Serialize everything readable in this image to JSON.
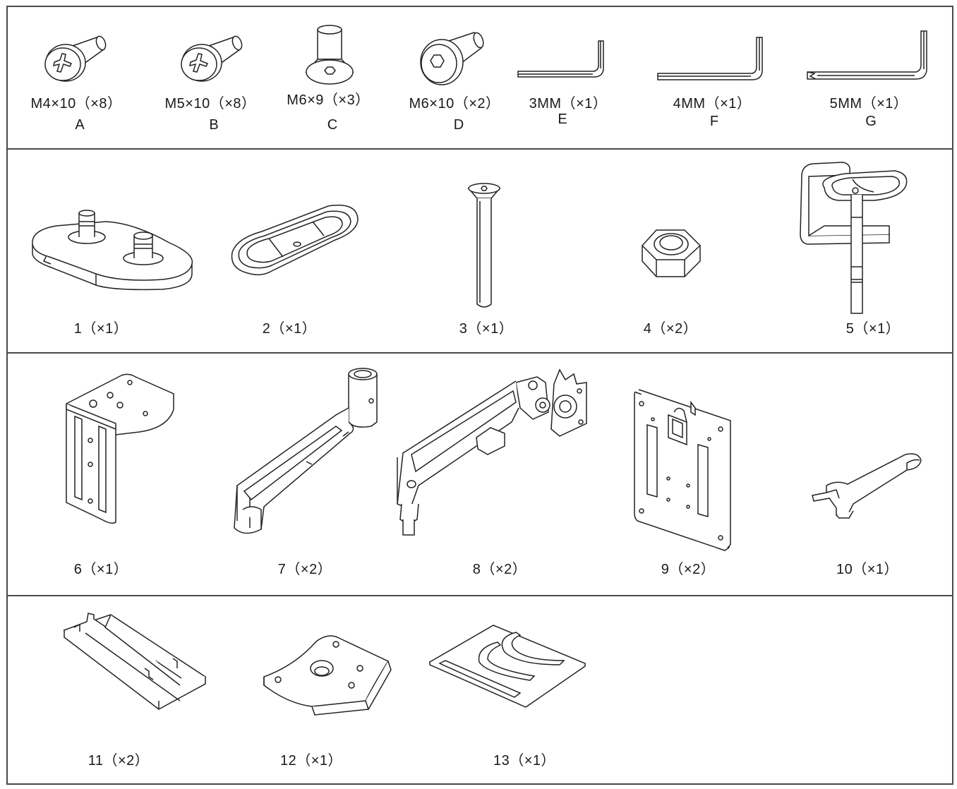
{
  "hardware": [
    {
      "id": "A",
      "label": "M4×10（×8）",
      "letter": "A",
      "icon": "phillips-screw-icon"
    },
    {
      "id": "B",
      "label": "M5×10（×8）",
      "letter": "B",
      "icon": "phillips-screw-icon"
    },
    {
      "id": "C",
      "label": "M6×9（×3）",
      "letter": "C",
      "icon": "flat-hex-screw-icon"
    },
    {
      "id": "D",
      "label": "M6×10（×2）",
      "letter": "D",
      "icon": "hex-socket-screw-icon"
    },
    {
      "id": "E",
      "label": "3MM（×1）",
      "letter": "E",
      "icon": "allen-key-icon"
    },
    {
      "id": "F",
      "label": "4MM（×1）",
      "letter": "F",
      "icon": "allen-key-icon"
    },
    {
      "id": "G",
      "label": "5MM（×1）",
      "letter": "G",
      "icon": "allen-key-icon"
    }
  ],
  "parts": [
    {
      "id": "1",
      "label": "1（×1）",
      "icon": "base-plate-icon"
    },
    {
      "id": "2",
      "label": "2（×1）",
      "icon": "grommet-plate-icon"
    },
    {
      "id": "3",
      "label": "3（×1）",
      "icon": "bolt-icon"
    },
    {
      "id": "4",
      "label": "4（×2）",
      "icon": "hex-nut-icon"
    },
    {
      "id": "5",
      "label": "5（×1）",
      "icon": "desk-clamp-icon"
    },
    {
      "id": "6",
      "label": "6（×1）",
      "icon": "l-bracket-icon"
    },
    {
      "id": "7",
      "label": "7（×2）",
      "icon": "extension-arm-icon"
    },
    {
      "id": "8",
      "label": "8（×2）",
      "icon": "gas-spring-arm-icon"
    },
    {
      "id": "9",
      "label": "9（×2）",
      "icon": "vesa-plate-icon"
    },
    {
      "id": "10",
      "label": "10（×1）",
      "icon": "wrench-icon"
    },
    {
      "id": "11",
      "label": "11（×2）",
      "icon": "cable-cover-icon"
    },
    {
      "id": "12",
      "label": "12（×1）",
      "icon": "mount-plate-icon"
    },
    {
      "id": "13",
      "label": "13（×1）",
      "icon": "rubber-pad-icon"
    }
  ]
}
